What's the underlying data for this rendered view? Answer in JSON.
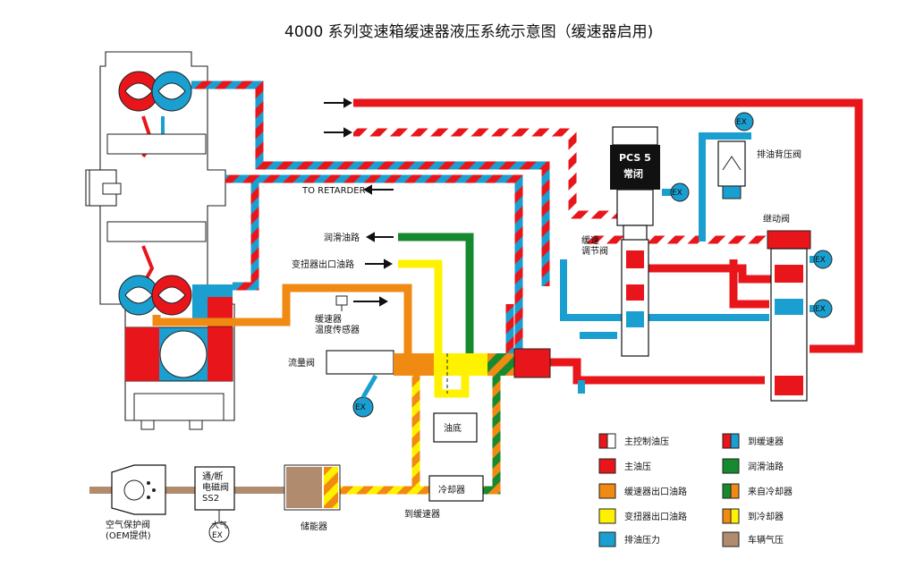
{
  "title": "4000 系列变速箱缓速器液压系统示意图（缓速器启用)",
  "labels": {
    "to_retarder": "TO RETARDER",
    "lube_line": "润滑油路",
    "converter_out_line": "变扭器出口油路",
    "retarder_temp_sensor": "缓速器\n温度传感器",
    "flow_valve": "流量阀",
    "sump": "油底",
    "cooler": "冷却器",
    "to_retarder_cn": "到缓速器",
    "accumulator": "储能器",
    "air_valve": "空气保护阀\n(OEM提供)",
    "solenoid": "通/断\n电磁阀\nSS2",
    "atmos": "大气",
    "pcs": "PCS 5",
    "pcs_state": "常闭",
    "exhaust_backpressure_valve": "排油背压阀",
    "retarder_reg_valve": "缓速\n调节阀",
    "relay_valve": "继动阀",
    "ex": "EX"
  },
  "legend": [
    {
      "key": "main_control",
      "label": "主控制油压",
      "colors": [
        "#e8161b",
        "#ffffff"
      ]
    },
    {
      "key": "to_retarder",
      "label": "到缓速器",
      "colors": [
        "#e8161b",
        "#1a9fd0"
      ]
    },
    {
      "key": "main",
      "label": "主油压",
      "colors": [
        "#e8161b"
      ]
    },
    {
      "key": "lube",
      "label": "润滑油路",
      "colors": [
        "#178a2f"
      ]
    },
    {
      "key": "ret_out",
      "label": "缓速器出口油路",
      "colors": [
        "#f08a13"
      ]
    },
    {
      "key": "from_cooler",
      "label": "来自冷却器",
      "colors": [
        "#178a2f",
        "#f08a13"
      ]
    },
    {
      "key": "conv_out",
      "label": "变扭器出口油路",
      "colors": [
        "#fff200"
      ]
    },
    {
      "key": "to_cooler",
      "label": "到冷却器",
      "colors": [
        "#f08a13",
        "#fff200"
      ]
    },
    {
      "key": "exhaust",
      "label": "排油压力",
      "colors": [
        "#1a9fd0"
      ]
    },
    {
      "key": "air",
      "label": "车辆气压",
      "colors": [
        "#b08b6e"
      ]
    }
  ],
  "colors": {
    "red": "#e8161b",
    "blue": "#1a9fd0",
    "orange": "#f08a13",
    "yellow": "#fff200",
    "green": "#178a2f",
    "tan": "#b08b6e"
  }
}
